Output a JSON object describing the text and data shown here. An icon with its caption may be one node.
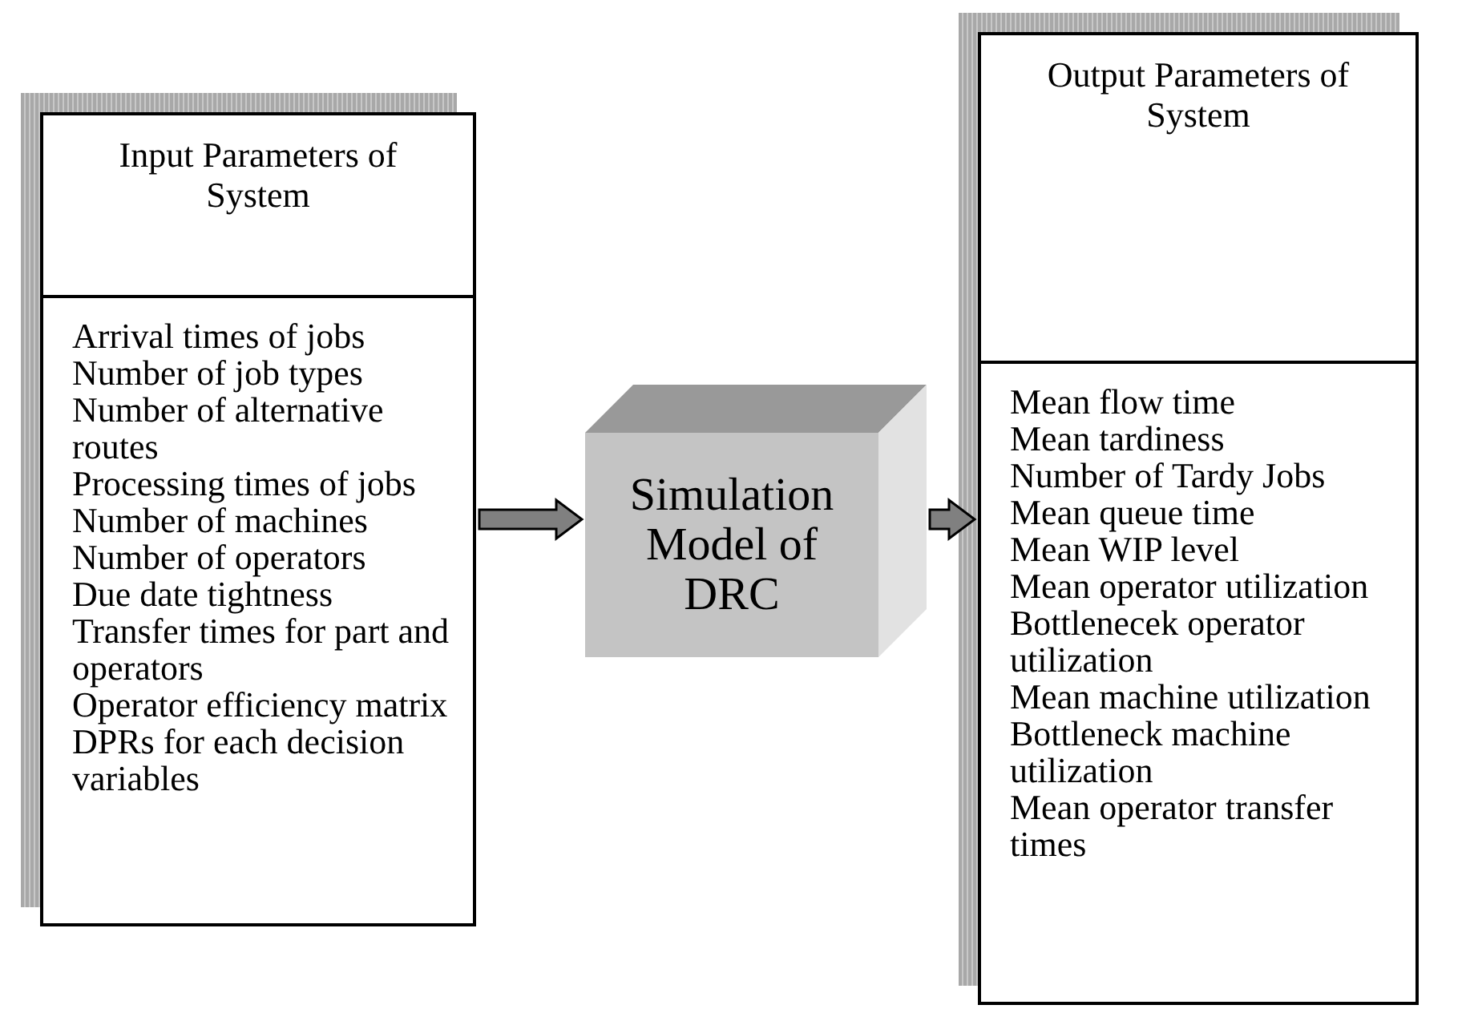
{
  "diagram": {
    "nodes": [
      {
        "text": [
          "Input Parameters of System",
          "Arrival times of jobs",
          "Number of job types",
          "Number of alternative routes",
          "Processing times of jobs",
          "Number of machines",
          "Number of operators",
          "Due date tightness",
          "Transfer times for part and operators",
          "Operator efficiency matrix",
          "DPRs for each decision variables"
        ]
      },
      {
        "text": [
          "Simulation Model of DRC"
        ]
      },
      {
        "text": [
          "Output Parameters of System",
          "Mean flow time",
          "Mean tardiness",
          "Number of Tardy Jobs",
          "Mean queue time",
          "Mean WIP level",
          "Mean operator utilization",
          "Bottlenecek operator utilization",
          "Mean machine utilization",
          "Bottleneck machine utilization",
          "Mean operator transfer times"
        ]
      }
    ],
    "edges": [
      {
        "from": 0,
        "to": 1,
        "arrow": "to"
      },
      {
        "from": 1,
        "to": 2,
        "arrow": "to"
      }
    ]
  }
}
